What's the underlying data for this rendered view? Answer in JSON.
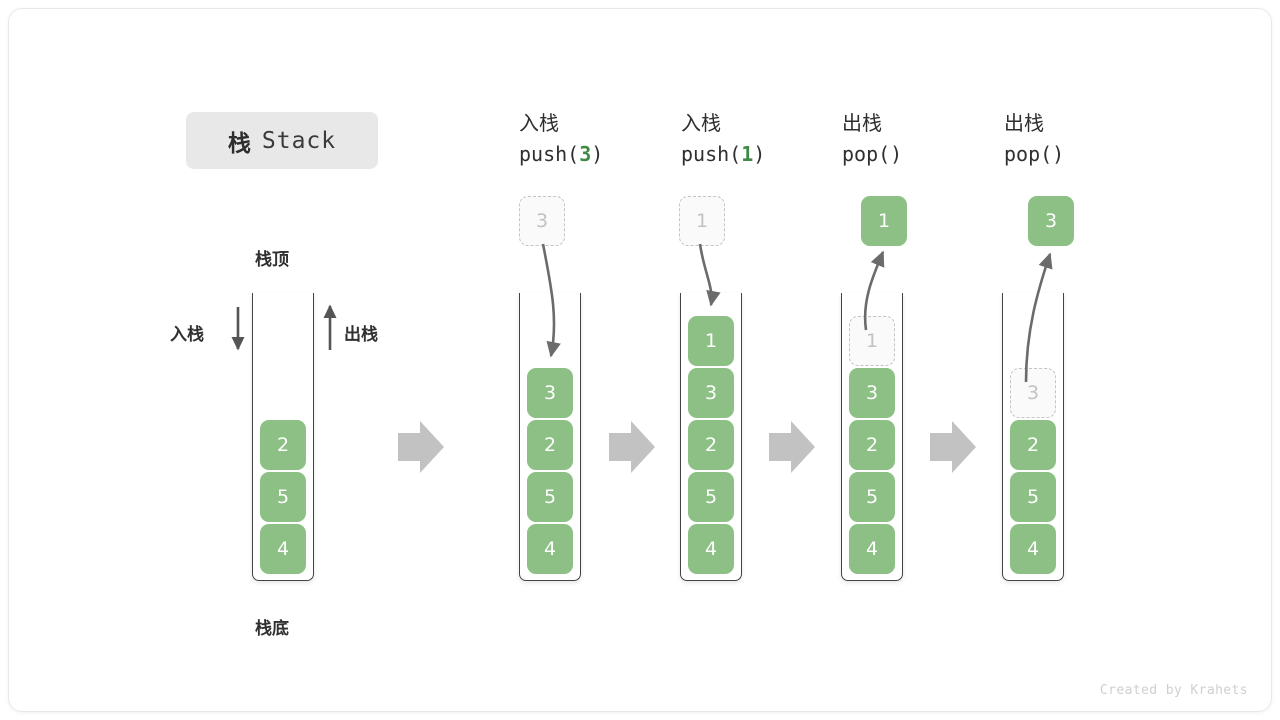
{
  "diagram": {
    "title_cn": "栈",
    "title_en": "Stack",
    "footer": "Created by Krahets",
    "accent_green": "#8cc084",
    "ghost_gray": "#c2c2c2",
    "arrow_gray": "#c2c2c2",
    "stroke_dark": "#444444"
  },
  "left_panel": {
    "top_label": "栈顶",
    "bottom_label": "栈底",
    "push_label": "入栈",
    "pop_label": "出栈",
    "stack_values": [
      "2",
      "5",
      "4"
    ]
  },
  "steps": [
    {
      "id": "push-3",
      "op_cn": "入栈",
      "op_call_prefix": "push(",
      "op_arg": "3",
      "op_call_suffix": ")",
      "floating_value": "3",
      "floating_state": "ghost",
      "direction": "in",
      "stack_values": [
        "3",
        "2",
        "5",
        "4"
      ],
      "ghost_index": -1
    },
    {
      "id": "push-1",
      "op_cn": "入栈",
      "op_call_prefix": "push(",
      "op_arg": "1",
      "op_call_suffix": ")",
      "floating_value": "1",
      "floating_state": "ghost",
      "direction": "in",
      "stack_values": [
        "1",
        "3",
        "2",
        "5",
        "4"
      ],
      "ghost_index": -1
    },
    {
      "id": "pop-1",
      "op_cn": "出栈",
      "op_call_prefix": "pop(",
      "op_arg": "",
      "op_call_suffix": ")",
      "floating_value": "1",
      "floating_state": "solid",
      "direction": "out",
      "stack_values": [
        "1",
        "3",
        "2",
        "5",
        "4"
      ],
      "ghost_index": 0
    },
    {
      "id": "pop-3",
      "op_cn": "出栈",
      "op_call_prefix": "pop(",
      "op_arg": "",
      "op_call_suffix": ")",
      "floating_value": "3",
      "floating_state": "ghost_out",
      "direction": "out",
      "stack_values": [
        "3",
        "2",
        "5",
        "4"
      ],
      "ghost_index": 0
    }
  ]
}
